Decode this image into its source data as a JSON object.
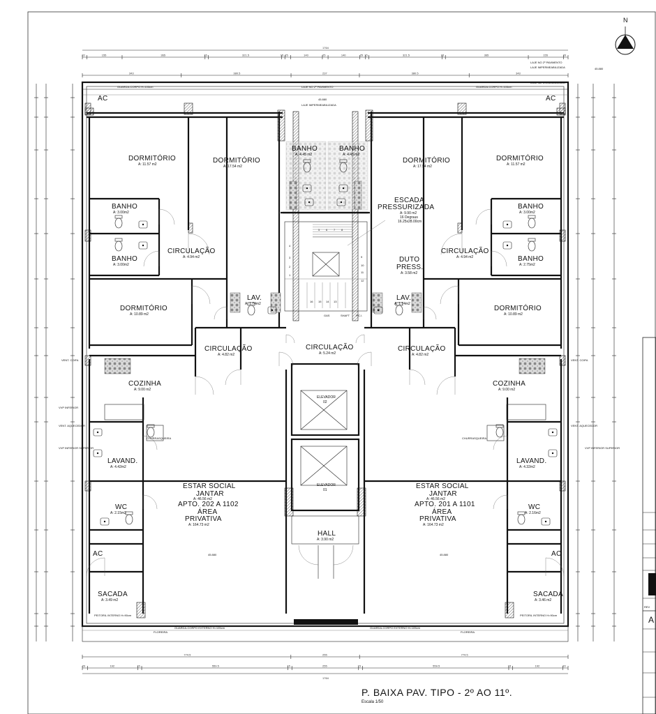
{
  "title": "P. BAIXA PAV. TIPO - 2º AO 11º.",
  "scale": "Escala 1/50",
  "north": "N",
  "left_unit": {
    "dorm1": {
      "name": "DORMITÓRIO",
      "area": "A: 11.57 m2"
    },
    "dorm2": {
      "name": "DORMITÓRIO",
      "area": "A: 17.54 m2"
    },
    "banho1": {
      "name": "BANHO",
      "area": "A: 3.00m2"
    },
    "banho2": {
      "name": "BANHO",
      "area": "A: 3.00m2"
    },
    "circ1": {
      "name": "CIRCULAÇÃO",
      "area": "A: 4.94 m2"
    },
    "dorm3": {
      "name": "DORMITÓRIO",
      "area": "A: 10.89 m2"
    },
    "lav": {
      "name": "LAV.",
      "area": "A: 1.74m2"
    },
    "circ2": {
      "name": "CIRCULAÇÃO",
      "area": "A: 4.82 m2"
    },
    "cozinha": {
      "name": "COZINHA",
      "area": "A: 9.00 m2"
    },
    "lavand": {
      "name": "LAVAND.",
      "area": "A: 4.42m2"
    },
    "wc": {
      "name": "WC",
      "area": "A: 2.15m2"
    },
    "ac": "AC",
    "ac_top": "AC",
    "sacada": {
      "name": "SACADA",
      "area": "A: 3.49 m2"
    },
    "estar1": "ESTAR SOCIAL",
    "estar2": "JANTAR",
    "estar_area": "A: 46.56 m2",
    "apto": "APTO. 202 A 1102",
    "priv1": "ÁREA",
    "priv2": "PRIVATIVA",
    "priv_area": "A: 164.73 m2",
    "churrasqueira": "CHURRASQUEIRA"
  },
  "right_unit": {
    "dorm1": {
      "name": "DORMITÓRIO",
      "area": "A: 11.57 m2"
    },
    "dorm2": {
      "name": "DORMITÓRIO",
      "area": "A: 17.54 m2"
    },
    "banho1": {
      "name": "BANHO",
      "area": "A: 3.00m2"
    },
    "banho2": {
      "name": "BANHO",
      "area": "A: 2.75m2"
    },
    "circ1": {
      "name": "CIRCULAÇÃO",
      "area": "A: 4.94 m2"
    },
    "dorm3": {
      "name": "DORMITÓRIO",
      "area": "A: 10.89 m2"
    },
    "lav": {
      "name": "LAV.",
      "area": "A: 1.74m2"
    },
    "circ2": {
      "name": "CIRCULAÇÃO",
      "area": "A: 4.82 m2"
    },
    "cozinha": {
      "name": "COZINHA",
      "area": "A: 9.00 m2"
    },
    "lavand": {
      "name": "LAVAND.",
      "area": "A: 4.32m2"
    },
    "wc": {
      "name": "WC",
      "area": "A: 2.16m2"
    },
    "ac": "AC",
    "ac_top": "AC",
    "sacada": {
      "name": "SACADA",
      "area": "A: 3.46 m2"
    },
    "estar1": "ESTAR SOCIAL",
    "estar2": "JANTAR",
    "estar_area": "A: 46.56 m2",
    "apto": "APTO. 201 A 1101",
    "priv1": "ÁREA",
    "priv2": "PRIVATIVA",
    "priv_area": "A: 164.73 m2",
    "churrasqueira": "CHURRASQUEIRA"
  },
  "core": {
    "banho_l": {
      "name": "BANHO",
      "area": "A: 4.45 m2"
    },
    "banho_r": {
      "name": "BANHO",
      "area": "A: 4.45 m2"
    },
    "escada1": "ESCADA",
    "escada2": "PRESSURIZADA",
    "escada_area": "A: 9.90 m2",
    "escada_steps": "16 Degraus",
    "escada_dims": "16.25x28.00cm",
    "duto1": "DUTO",
    "duto2": "PRESS.",
    "duto_area": "A: 3.58 m2",
    "circ": {
      "name": "CIRCULAÇÃO",
      "area": "A: 5.24 m2"
    },
    "elev2a": "ELEVADOR",
    "elev2b": "02",
    "elev1a": "ELEVADOR",
    "elev1b": "01",
    "hall": {
      "name": "HALL",
      "area": "A: 3.90 m2"
    },
    "gas": "GAS",
    "shaft": "SHAFT",
    "pc": "P.C.I.",
    "steps": [
      "5",
      "6",
      "7",
      "8",
      "4",
      "9",
      "3",
      "10",
      "2",
      "11",
      "1",
      "12",
      "16",
      "15",
      "14",
      "13"
    ]
  },
  "top": {
    "guarda_l": "GUARDA-CORPO H=105cm",
    "guarda_r": "GUARDA-CORPO H=105cm",
    "laje": "LAJE NO 2º PAVIMENTO",
    "laje_imp": "LAJE IMPERMEABILIZADA",
    "laje_imp_r": "LAJE IMPERMEABILIZADA",
    "laje_pav": "LAJE NO 2º PAVIMENTO",
    "total": "1764",
    "dims": [
      "20",
      "155",
      "365",
      "15",
      "321.5",
      "15",
      "25",
      "140",
      "25",
      "140",
      "25",
      "15",
      "321.5",
      "15",
      "365",
      "155",
      "20"
    ],
    "dims2": [
      "343",
      "380.5",
      "237",
      "380.5",
      "343"
    ]
  },
  "bottom": {
    "dims": [
      "774.5",
      "255",
      "774.5"
    ],
    "dims2": [
      "20",
      "192",
      "15",
      "559.5",
      "15",
      "255",
      "15",
      "559.5",
      "15",
      "192",
      "20"
    ],
    "total": "1764",
    "floreira": "FLOREIRA",
    "guarda": "GUARDA-CORPO EXTERNO H=105cm",
    "guarda_r": "GUARDA-CORPO EXTERNO H=105cm",
    "floreira_r": "FLOREIRA",
    "peitoril": "PEITORIL INTERNO H=90cm",
    "peitoril_r": "PEITORIL INTERNO H=90cm"
  },
  "labels": {
    "vent": "VENT. COIFA",
    "ventr": "VENT. COIFA",
    "vvp": "VVP INFERIOR",
    "vvpr": "VVP INFERIOR",
    "aquec": "VENT. AQUECEDOR",
    "aquecr": "VENT. AQUECEDOR",
    "vvp2": "VVP INFERIOR SUPERIOR",
    "vvp2r": "VVP INFERIOR SUPERIOR",
    "level1": "45.880",
    "level2": "45.880",
    "level3": "45.880",
    "level4": "45.880"
  },
  "titleblock": {
    "rev": "REV",
    "letter": "A"
  }
}
